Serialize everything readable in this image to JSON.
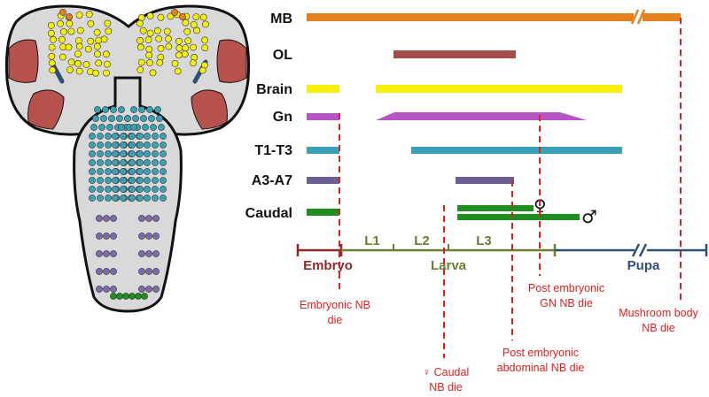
{
  "rows": [
    {
      "key": "mb",
      "label": "MB",
      "color": "#e5801f"
    },
    {
      "key": "ol",
      "label": "OL",
      "color": "#a64d4a"
    },
    {
      "key": "brain",
      "label": "Brain",
      "color": "#f5f007"
    },
    {
      "key": "gn",
      "label": "Gn",
      "color": "#b455c3"
    },
    {
      "key": "t",
      "label": "T1-T3",
      "color": "#3aa0b3"
    },
    {
      "key": "a",
      "label": "A3-A7",
      "color": "#6a5e93"
    },
    {
      "key": "caudal",
      "label": "Caudal",
      "color": "#1e8f1e"
    }
  ],
  "sex_symbols": {
    "female": "♀",
    "male": "♂"
  },
  "timeline": {
    "stages": {
      "embryo": "Embryo",
      "larva": "Larva",
      "pupa": "Pupa"
    },
    "instars": [
      "L1",
      "L2",
      "L3"
    ],
    "colors": {
      "embryo": "#8b2a2a",
      "larva": "#6a7f33",
      "pupa": "#2e4f78"
    }
  },
  "annotations": {
    "embryonic": [
      "Embryonic NB",
      "die"
    ],
    "caudal": [
      "♀ Caudal",
      "NB die"
    ],
    "abdominal": [
      "Post embryonic",
      "abdominal NB die"
    ],
    "gn": [
      "Post embryonic",
      "GN NB die"
    ],
    "mb": [
      "Mushroom body",
      "NB die"
    ],
    "color": "#e02020"
  }
}
